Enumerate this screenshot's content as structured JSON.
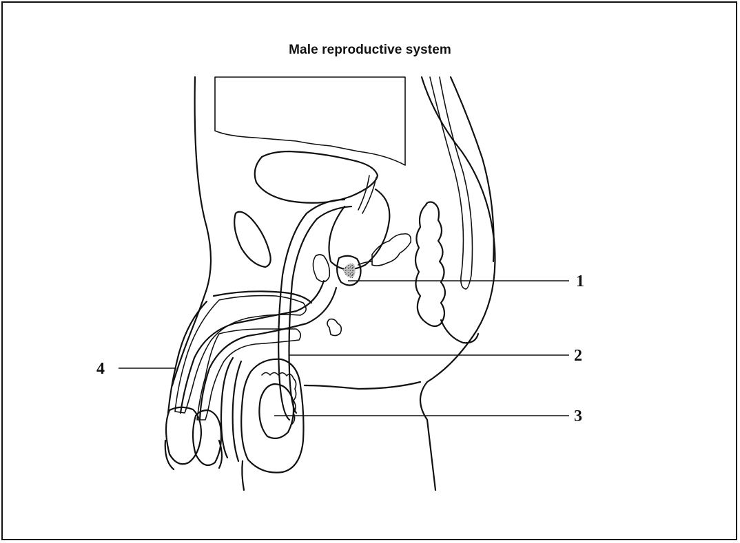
{
  "title": "Male reproductive system",
  "labels": [
    {
      "id": "1",
      "text": "1"
    },
    {
      "id": "2",
      "text": "2"
    },
    {
      "id": "3",
      "text": "3"
    },
    {
      "id": "4",
      "text": "4"
    }
  ],
  "colors": {
    "line": "#111111",
    "background": "#ffffff",
    "stipple": "#555555"
  }
}
